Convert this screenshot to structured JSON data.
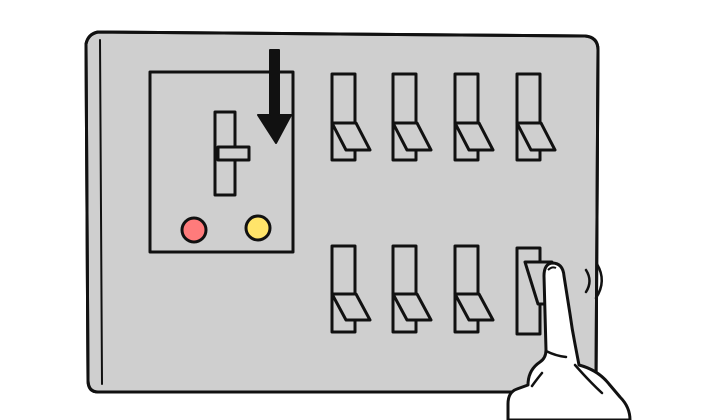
{
  "scene": {
    "subject": "circuit-breaker-panel",
    "main_breaker": {
      "state": "off",
      "action_hint": "push-down",
      "indicators": [
        {
          "name": "red-indicator",
          "color": "#ff7b7b"
        },
        {
          "name": "yellow-indicator",
          "color": "#ffe46a"
        }
      ]
    },
    "branch_breakers": {
      "top_row": [
        "down",
        "down",
        "down",
        "down"
      ],
      "bottom_row": [
        "down",
        "down",
        "down",
        "up-being-toggled"
      ]
    },
    "hand": {
      "gesture": "pointing",
      "target": "bottom-row-breaker-4"
    }
  },
  "colors": {
    "panel_fill": "#cfcfcf",
    "panel_shadow": "#bdbdbd",
    "switch_fill": "#cfcfcf",
    "outline": "#111111",
    "arrow": "#111111",
    "skin": "#ffffff"
  }
}
